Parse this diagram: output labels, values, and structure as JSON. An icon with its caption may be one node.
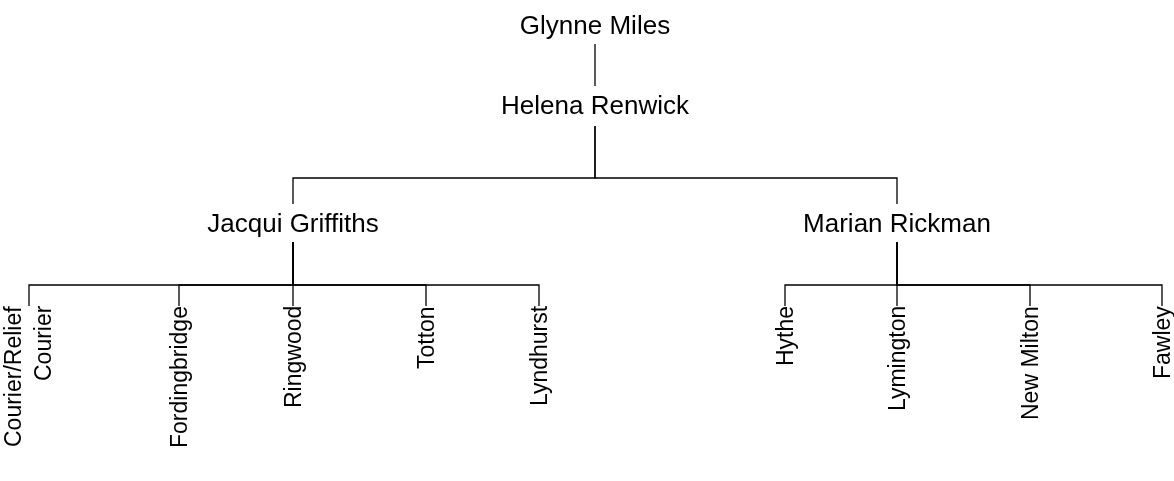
{
  "diagram": {
    "nodes": [
      {
        "text": [
          "Glynne Miles"
        ]
      },
      {
        "text": [
          "Helena Renwick"
        ]
      },
      {
        "text": [
          "Jacqui Griffiths"
        ]
      },
      {
        "text": [
          "Marian Rickman"
        ]
      },
      {
        "text": [
          "Courier/Relief Courier"
        ]
      },
      {
        "text": [
          "Fordingbridge"
        ]
      },
      {
        "text": [
          "Ringwood"
        ]
      },
      {
        "text": [
          "Totton"
        ]
      },
      {
        "text": [
          "Lyndhurst"
        ]
      },
      {
        "text": [
          "Hythe"
        ]
      },
      {
        "text": [
          "Lymington"
        ]
      },
      {
        "text": [
          "New Milton"
        ]
      },
      {
        "text": [
          "Fawley"
        ]
      }
    ],
    "edges": [
      {
        "from": 0,
        "to": 1,
        "arrow": "none"
      },
      {
        "from": 1,
        "to": 2,
        "arrow": "none"
      },
      {
        "from": 1,
        "to": 3,
        "arrow": "none"
      },
      {
        "from": 2,
        "to": 4,
        "arrow": "none"
      },
      {
        "from": 2,
        "to": 5,
        "arrow": "none"
      },
      {
        "from": 2,
        "to": 6,
        "arrow": "none"
      },
      {
        "from": 2,
        "to": 7,
        "arrow": "none"
      },
      {
        "from": 2,
        "to": 8,
        "arrow": "none"
      },
      {
        "from": 3,
        "to": 9,
        "arrow": "none"
      },
      {
        "from": 3,
        "to": 10,
        "arrow": "none"
      },
      {
        "from": 3,
        "to": 11,
        "arrow": "none"
      },
      {
        "from": 3,
        "to": 12,
        "arrow": "none"
      }
    ]
  }
}
